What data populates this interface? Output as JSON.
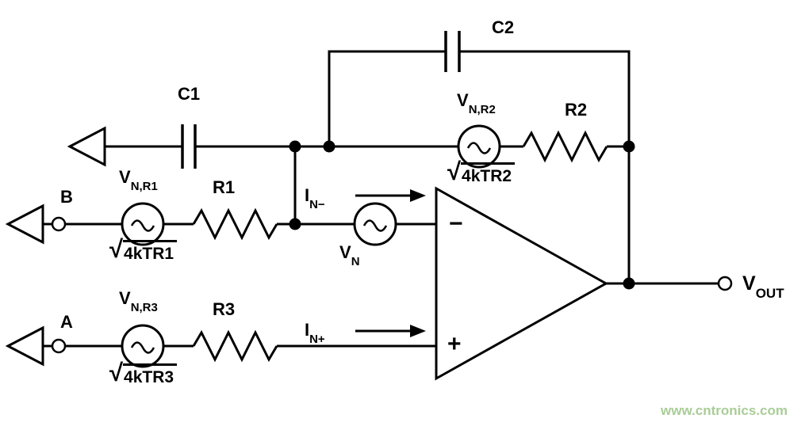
{
  "diagram": {
    "title_hint": "op-amp noise model schematic",
    "labels": {
      "c2": "C2",
      "c1": "C1",
      "r1": "R1",
      "r2": "R2",
      "r3": "R3",
      "b": "B",
      "a": "A",
      "radical": "√",
      "sqrt_r1": "4kTR1",
      "sqrt_r2": "4kTR2",
      "sqrt_r3": "4kTR3",
      "vn_r1": {
        "main": "V",
        "sub": "N,R1"
      },
      "vn_r2": {
        "main": "V",
        "sub": "N,R2"
      },
      "vn_r3": {
        "main": "V",
        "sub": "N,R3"
      },
      "vn": {
        "main": "V",
        "sub": "N"
      },
      "in_minus": {
        "main": "I",
        "sub": "N−"
      },
      "in_plus": {
        "main": "I",
        "sub": "N+"
      },
      "vout": {
        "main": "V",
        "sub": "OUT"
      },
      "opamp_minus": "−",
      "opamp_plus": "+"
    },
    "icons": {
      "noise_source_symbol": "tilde-in-circle"
    },
    "watermark": "www.cntronics.com",
    "colors": {
      "line": "#000000",
      "background": "#ffffff",
      "watermark": "#a9cd97"
    }
  }
}
